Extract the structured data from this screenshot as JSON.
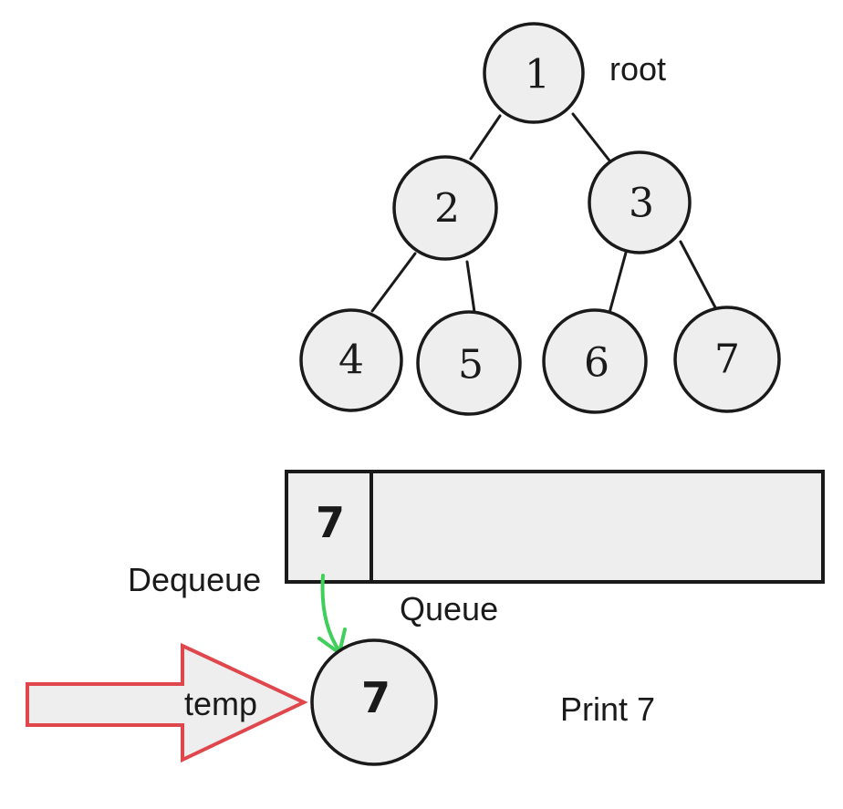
{
  "tree": {
    "root_label": "root",
    "nodes": [
      {
        "id": "1",
        "label": "1"
      },
      {
        "id": "2",
        "label": "2"
      },
      {
        "id": "3",
        "label": "3"
      },
      {
        "id": "4",
        "label": "4"
      },
      {
        "id": "5",
        "label": "5"
      },
      {
        "id": "6",
        "label": "6"
      },
      {
        "id": "7",
        "label": "7"
      }
    ]
  },
  "queue": {
    "label": "Queue",
    "items": [
      "7"
    ],
    "dequeue_label": "Dequeue"
  },
  "temp": {
    "label": "temp",
    "value": "7"
  },
  "output": {
    "text": "Print 7"
  },
  "colors": {
    "node_fill": "#eeeeef",
    "stroke": "#1a1a1a",
    "dequeue_arrow": "#3fcf5a",
    "temp_arrow": "#e0474c"
  }
}
